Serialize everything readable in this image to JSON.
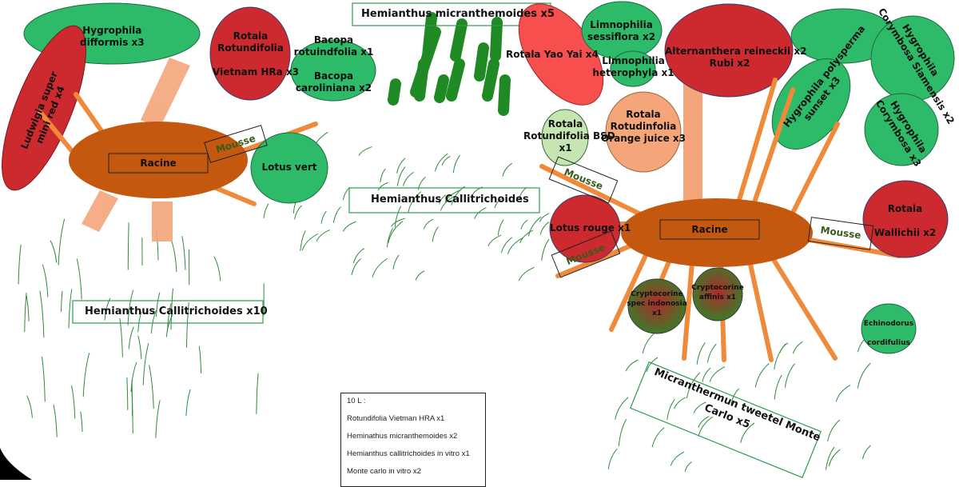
{
  "plants": {
    "hygrophila_difformis": "Hygrophila\ndifformis x3",
    "ludwigia": "Ludwigia super\nmini red x4",
    "rotala_vietnam": "Rotala\nRotundifolia\n\nVietnam HRa x3",
    "bacopa": "Bacopa\nrotuindfolia x1\n\nBacopa\ncaroliniana x2",
    "lotus_vert": "Lotus vert",
    "rotala_yao_yai": "Rotala Yao Yai x4",
    "limnophilia_sessiflora": "Limnophilia\nsessiflora x2",
    "limnophilia_heterophyla": "Limnophilia\nheterophyla x1",
    "rotala_orange": "Rotala\nRotudinfolia\nOrange juice x3",
    "rotala_bsd": "Rotala\nRotundifolia BSD\nx1",
    "alternanthera": "Alternanthera reineckii x2\nRubi x2",
    "hygrophila_polysperma": "Hygrophila polysperma\nsunset x3",
    "corymbosa_siamensis": "Hygrophila\nCorymbosa Siamensis x2",
    "corymbosa": "Hygrophila\nCorymbosa x3",
    "lotus_rouge": "Lotus rouge x1",
    "rotala_wallichii": "Rotala\n\nWallichii x2",
    "crypto_indonesia": "Cryptocorine\nspec indonosia\nx1",
    "crypto_affinis": "Cryptocorine\naffinis x1",
    "echinodorus": "Echinodorus\n\ncordifulius"
  },
  "boxes": {
    "micranthemoides": "Hemianthus micranthemoides x5",
    "callitrichoides": "Hemianthus Callitrichoides",
    "callitrichoides_x10": "Hemianthus Callitrichoides x10",
    "monte_carlo": "Micranthermun tweetel Monte\nCarlo x5",
    "racine_left": "Racine",
    "racine_right": "Racine",
    "mousse_1": "Mousse",
    "mousse_2": "Mousse",
    "mousse_3": "Mousse",
    "mousse_4": "Mousse"
  },
  "note": {
    "title": "10 L :",
    "items": [
      "Rotundifolia Vietman HRA x1",
      "Heminathus micranthemoides x2",
      "Hemianthus callitrichoides in vitro x1",
      "Monte carlo in vitro x2"
    ]
  },
  "colors": {
    "green": "#2dbb6a",
    "red": "#cc2a2f",
    "bright_red": "#f74e4e",
    "orange_root": "#c4580f",
    "root_line": "#ee8a3a",
    "salmon": "#f4a57a",
    "pale_green": "#c5e6b2",
    "dark_green": "#1f8a24",
    "grass": "#2e8b3a"
  }
}
